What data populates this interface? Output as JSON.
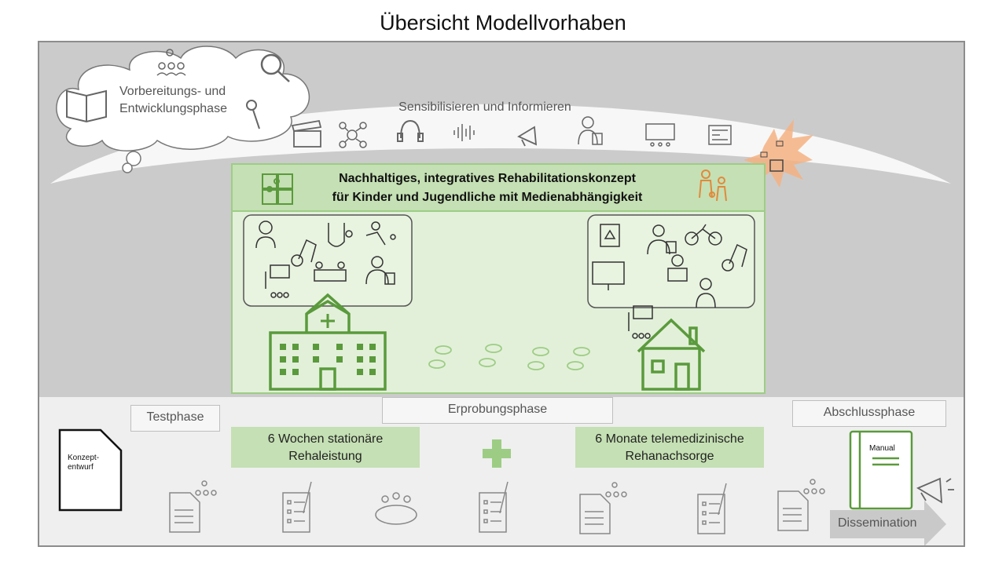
{
  "title": "Übersicht Modellvorhaben",
  "cloud": {
    "label_line1": "Vorbereitungs- und",
    "label_line2": "Entwicklungsphase"
  },
  "arc": {
    "label": "Sensibilisieren und Informieren"
  },
  "concept": {
    "title_line1": "Nachhaltiges, integratives Rehabilitationskonzept",
    "title_line2": "für Kinder und Jugendliche mit Medienabhängigkeit"
  },
  "phases": {
    "test": "Testphase",
    "trial": "Erprobungsphase",
    "final": "Abschlussphase"
  },
  "inpatient": {
    "line1": "6 Wochen stationäre",
    "line2": "Rehaleistung"
  },
  "aftercare": {
    "line1": "6 Monate telemedizinische",
    "line2": "Rehanachsorge"
  },
  "draft_doc": {
    "line1": "Konzept-",
    "line2": "entwurf"
  },
  "manual": {
    "label": "Manual"
  },
  "dissemination": {
    "label": "Dissemination"
  },
  "colors": {
    "green_dark": "#5a9a3c",
    "green_mid": "#9dcd85",
    "green_light": "#e2f0d9",
    "green_header": "#c5e0b4",
    "burst": "#f4b183",
    "gray_bg": "#cbcbcb"
  }
}
